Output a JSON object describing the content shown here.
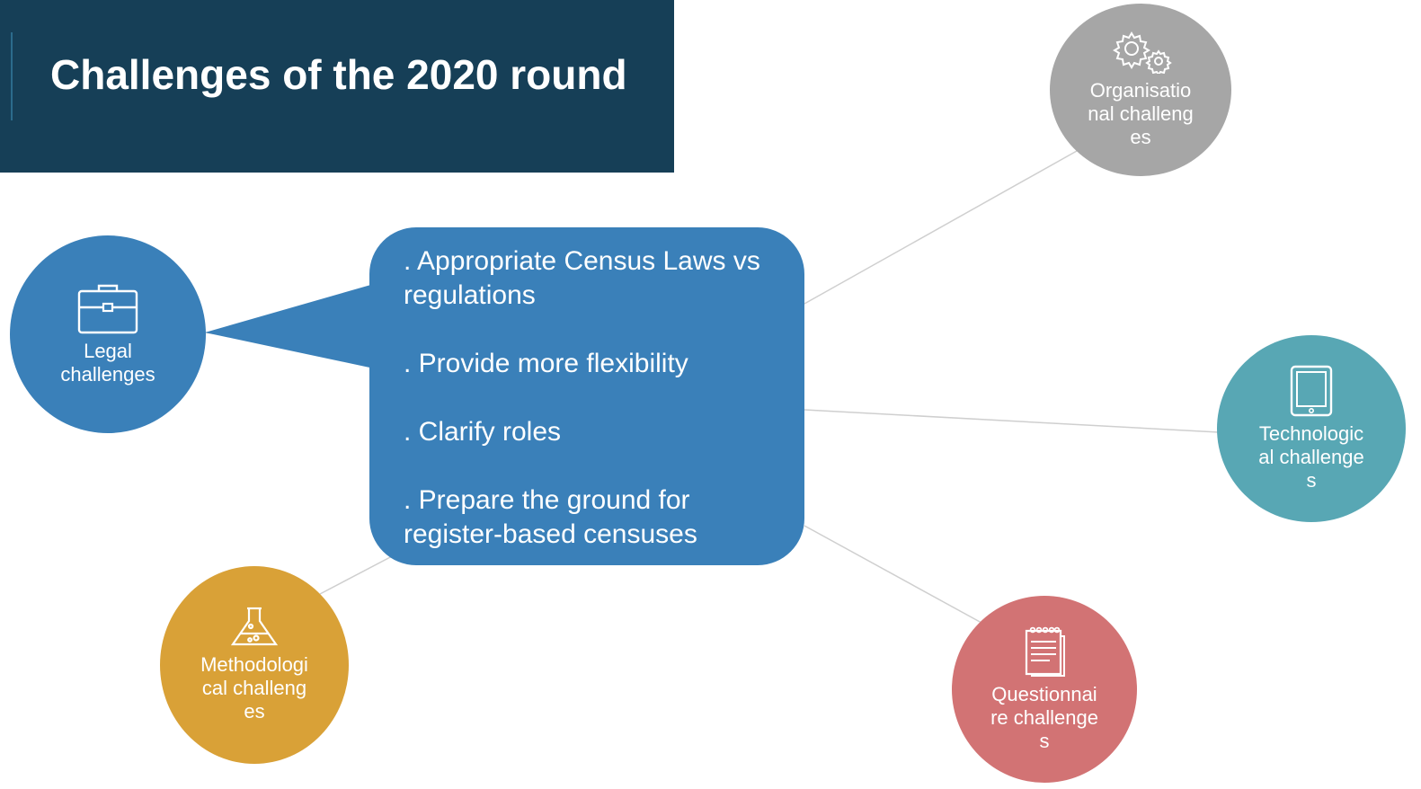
{
  "title": "Challenges of the 2020 round",
  "colors": {
    "title_bg": "#163f57",
    "legal": "#3a80b9",
    "organisational": "#a6a6a6",
    "technological": "#58a7b4",
    "questionnaire": "#d27374",
    "methodological": "#d9a137"
  },
  "nodes": {
    "legal": {
      "label": "Legal challenges",
      "icon": "briefcase-icon"
    },
    "organisational": {
      "label": "Organisational challenges",
      "icon": "gears-icon"
    },
    "technological": {
      "label": "Technological challenges",
      "icon": "tablet-icon"
    },
    "questionnaire": {
      "label": "Questionnaire challenges",
      "icon": "notepad-icon"
    },
    "methodological": {
      "label": "Methodological challenges",
      "icon": "flask-icon"
    }
  },
  "callout": {
    "items": [
      ". Appropriate Census Laws vs regulations",
      ". Provide more flexibility",
      ". Clarify roles",
      ". Prepare the ground for register-based censuses"
    ]
  }
}
